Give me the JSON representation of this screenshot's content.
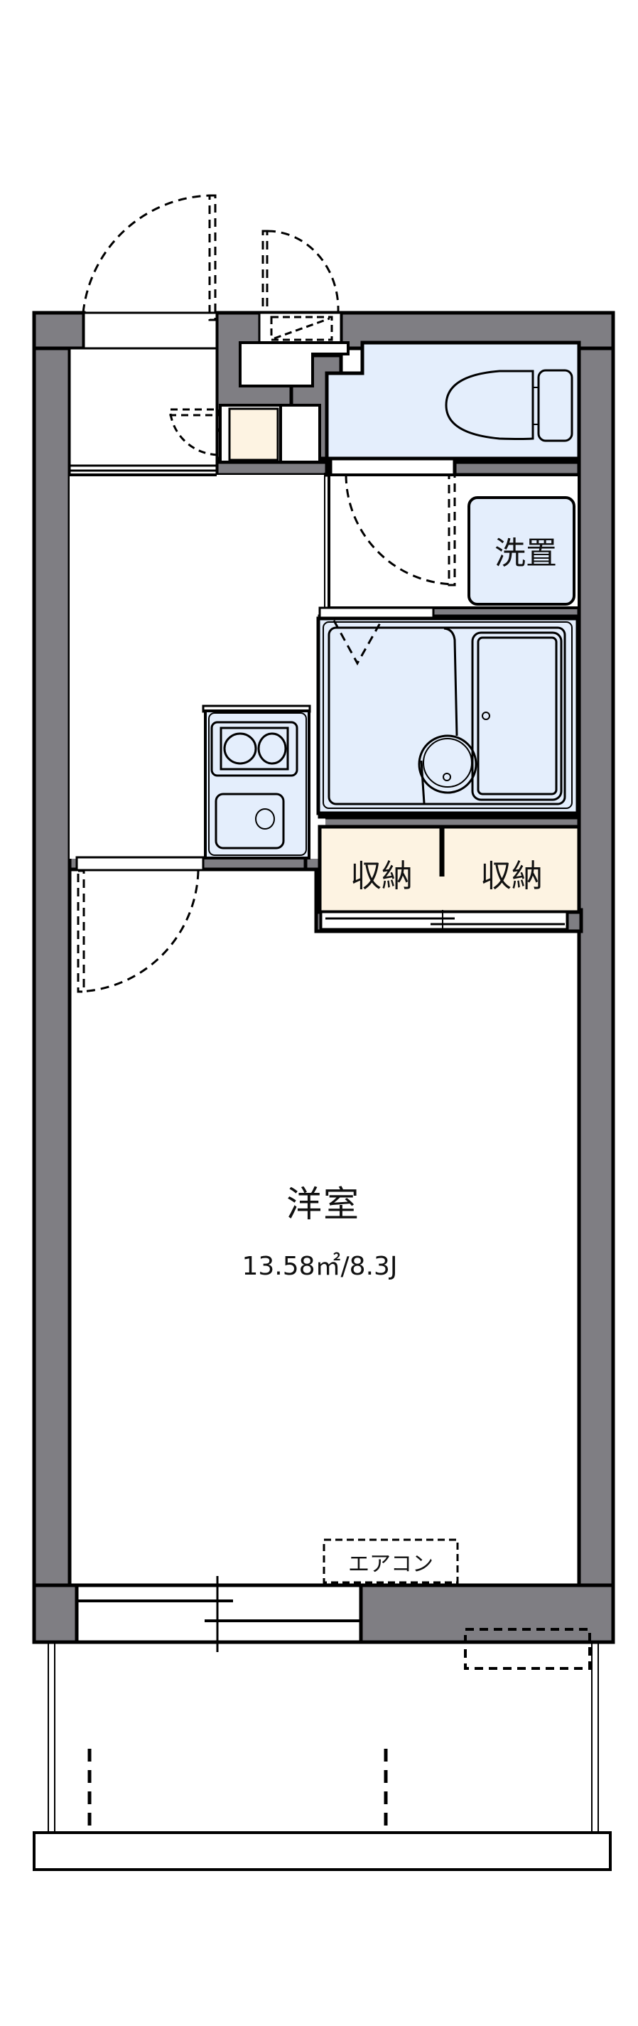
{
  "floorplan": {
    "colors": {
      "wall": "#7f7e83",
      "line": "#000000",
      "wet_area": "#e4eefc",
      "storage": "#fdf3e2",
      "floor": "#ffffff"
    },
    "rooms": {
      "main_room": {
        "label": "洋室",
        "area": "13.58㎡/8.3J"
      },
      "washer": {
        "label": "洗置"
      },
      "storage_left": {
        "label": "収納"
      },
      "storage_right": {
        "label": "収納"
      },
      "air_conditioner": {
        "label": "エアコン"
      }
    }
  }
}
